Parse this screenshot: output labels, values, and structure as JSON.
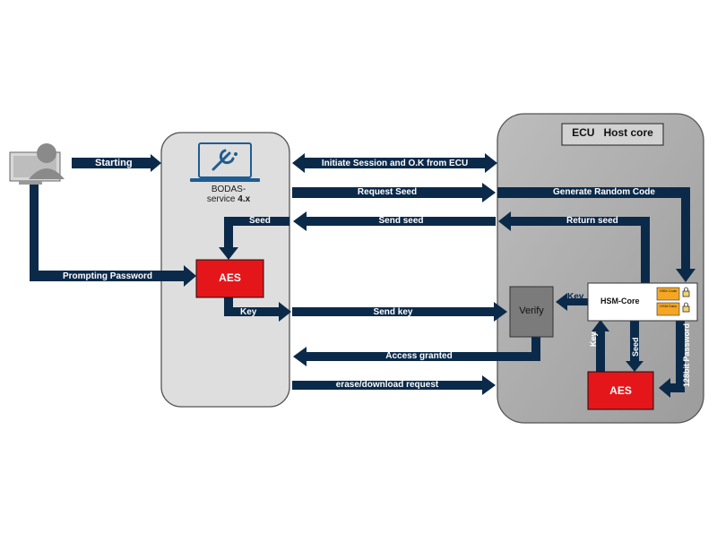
{
  "tester": {
    "label": "BODAS-",
    "label2": "service",
    "version": "4.x"
  },
  "ecu": {
    "title_a": "ECU",
    "title_b": "Host core"
  },
  "boxes": {
    "aes_left": "AES",
    "aes_right": "AES",
    "verify": "Verify",
    "hsm_core": "HSM-Core",
    "hsm_code": "HSM Code",
    "hsm_data": "HSM Data"
  },
  "arrows": {
    "starting": "Starting",
    "initiate": "Initiate Session and O.K from ECU",
    "request_seed": "Request Seed",
    "generate_code": "Generate Random Code",
    "seed_left": "Seed",
    "send_seed": "Send seed",
    "return_seed": "Return seed",
    "prompting": "Prompting Password",
    "key_right": "Key",
    "key_left": "Key",
    "send_key": "Send key",
    "access": "Access granted",
    "erase": "erase/download request",
    "key_vert": "Key",
    "seed_vert": "Seed",
    "password_128": "128bit Password"
  },
  "colors": {
    "arrow": "#0b2a4a",
    "aes": "#e4161a",
    "tester_bg": "#dedede",
    "ecu_bg": "#aaaaaa",
    "icon_blue": "#1f5d92",
    "hsm_orange": "#f5a623"
  }
}
